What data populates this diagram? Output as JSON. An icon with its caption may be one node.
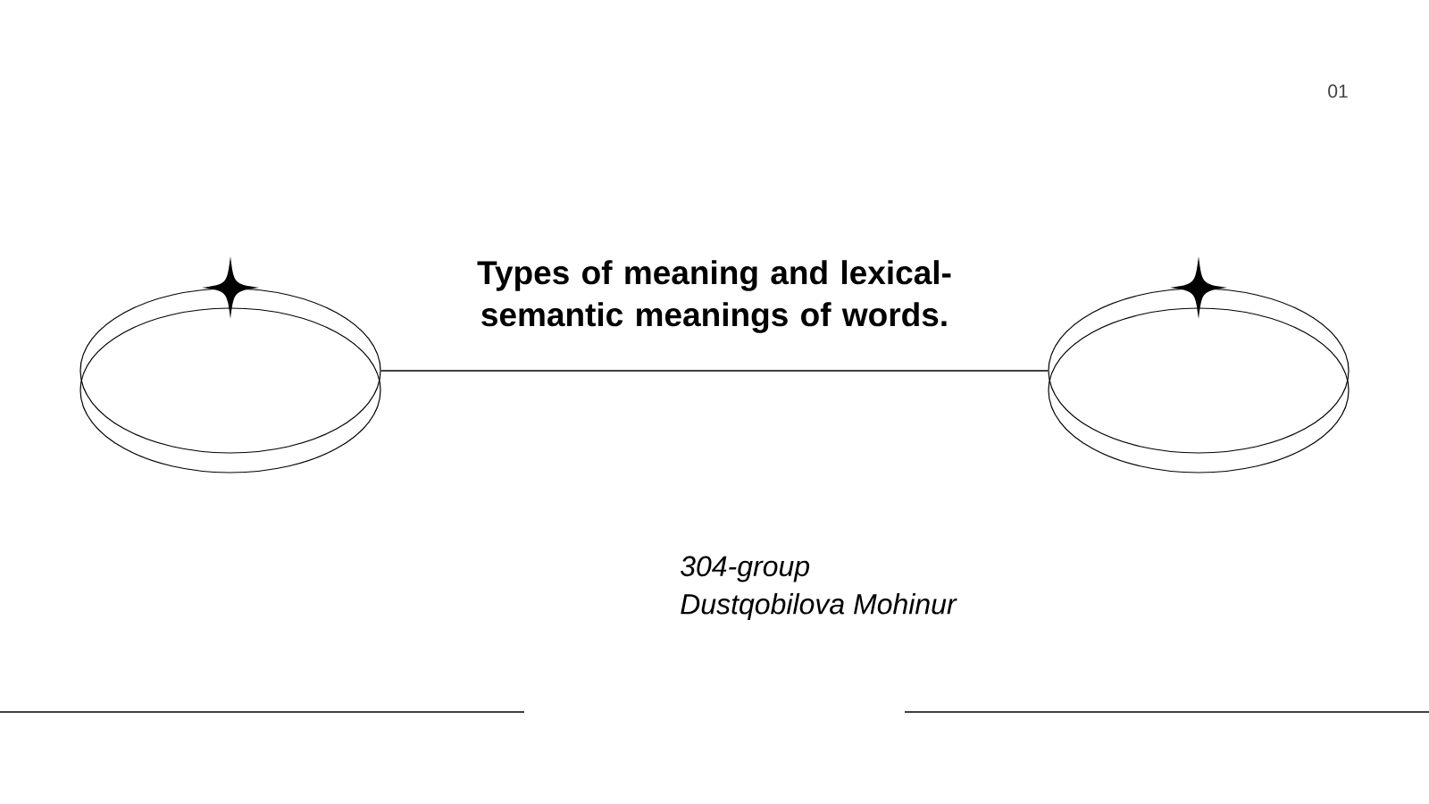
{
  "diagram": {
    "title": "Types of meaning and lexical-semantic meanings of words.",
    "nodes": [
      {
        "text": [],
        "shape": "ellipse"
      },
      {
        "text": [],
        "shape": "ellipse"
      }
    ],
    "edges": [
      {
        "from": 0,
        "to": 1,
        "arrow": "none"
      }
    ],
    "labels": [
      "01",
      "304-group",
      "Dustqobilova Mohinur"
    ]
  }
}
